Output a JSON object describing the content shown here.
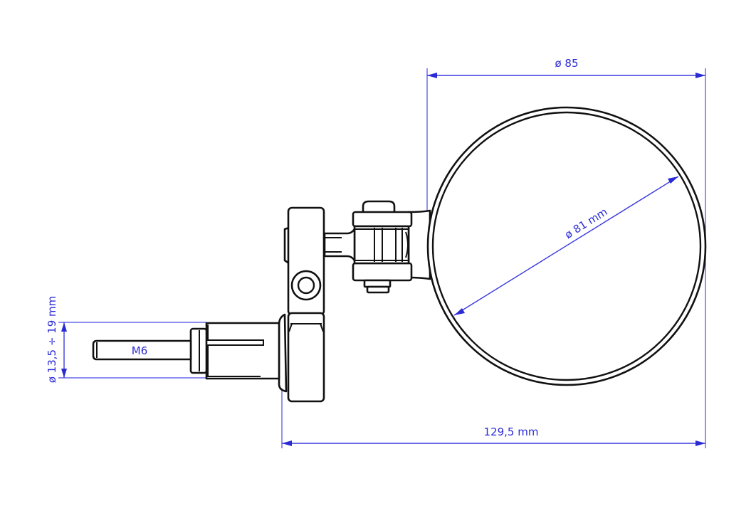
{
  "drawing": {
    "subject": "bar-end mirror technical drawing",
    "colors": {
      "dimension": "#2b2bd6",
      "outline": "#111111",
      "background": "#ffffff"
    }
  },
  "dimensions": {
    "housing_diameter": "ø 85",
    "mirror_diameter": "ø 81 mm",
    "overall_length": "129,5 mm",
    "bar_diameter_range": "ø 13,5 ÷ 19 mm",
    "thread": "M6"
  }
}
